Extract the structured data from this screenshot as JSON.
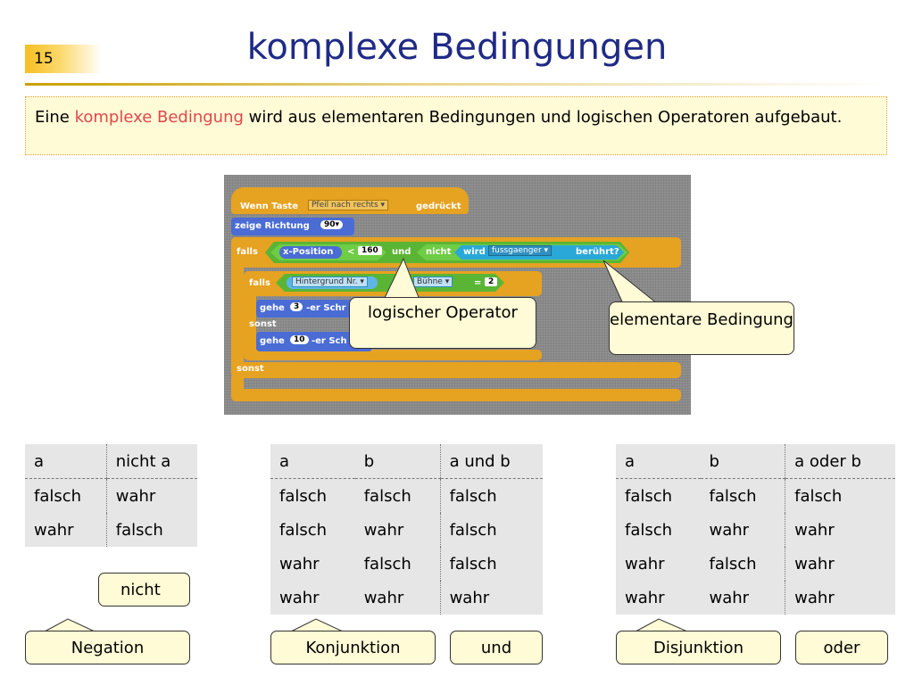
{
  "slide_number": "15",
  "title": "komplexe Bedingungen",
  "intro": {
    "before": "Eine ",
    "highlight": "komplexe Bedingung",
    "after": " wird aus elementaren Bedingungen und logischen Operatoren aufgebaut."
  },
  "scratch": {
    "hat_label": "Wenn Taste",
    "hat_key": "Pfeil nach rechts",
    "hat_suffix": "gedrückt",
    "direction_label": "zeige Richtung",
    "direction_value": "90",
    "if_label": "falls",
    "x_position": "x-Position",
    "lt": "<",
    "x_value": "160",
    "and_label": "und",
    "not_label": "nicht",
    "touching_prefix": "wird",
    "sprite": "fussgaenger",
    "touching_suffix": "berührt?",
    "inner_if_label": "falls",
    "backdrop_label": "Hintergrund Nr.",
    "stage_label": "Bühne",
    "equals": "=",
    "backdrop_value": "2",
    "move_label_1": "gehe",
    "move_value_1": "3",
    "move_suffix_1": "-er Schr",
    "else_inner": "sonst",
    "move_label_2": "gehe",
    "move_value_2": "10",
    "move_suffix_2": "-er Sch",
    "else_outer": "sonst"
  },
  "callouts": {
    "operator": "logischer Operator",
    "elementary": "elementare Bedingung"
  },
  "table_not": {
    "headers": [
      "a",
      "nicht a"
    ],
    "rows": [
      [
        "falsch",
        "wahr"
      ],
      [
        "wahr",
        "falsch"
      ]
    ]
  },
  "table_and": {
    "headers": [
      "a",
      "b",
      "a und b"
    ],
    "rows": [
      [
        "falsch",
        "falsch",
        "falsch"
      ],
      [
        "falsch",
        "wahr",
        "falsch"
      ],
      [
        "wahr",
        "falsch",
        "falsch"
      ],
      [
        "wahr",
        "wahr",
        "wahr"
      ]
    ]
  },
  "table_or": {
    "headers": [
      "a",
      "b",
      "a oder b"
    ],
    "rows": [
      [
        "falsch",
        "falsch",
        "falsch"
      ],
      [
        "falsch",
        "wahr",
        "wahr"
      ],
      [
        "wahr",
        "falsch",
        "wahr"
      ],
      [
        "wahr",
        "wahr",
        "wahr"
      ]
    ]
  },
  "tags": {
    "nicht": "nicht",
    "negation": "Negation",
    "konjunktion": "Konjunktion",
    "und": "und",
    "disjunktion": "Disjunktion",
    "oder": "oder"
  },
  "colors": {
    "title": "#1f2a86",
    "highlight": "#e0474c",
    "note_bg": "#fffbd6",
    "scratch_control": "#e6a221",
    "scratch_motion": "#4a6cd4",
    "scratch_operator": "#5bb534",
    "scratch_sensing": "#2aa8d8"
  }
}
